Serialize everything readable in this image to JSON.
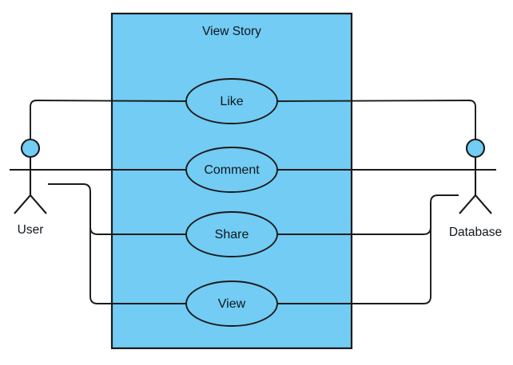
{
  "diagram": {
    "type": "uml-use-case-diagram",
    "system": {
      "title": "View Story",
      "fill_color": "#72ccf4",
      "border_color": "#1a1a1a"
    },
    "use_cases": [
      {
        "id": "like",
        "label": "Like"
      },
      {
        "id": "comment",
        "label": "Comment"
      },
      {
        "id": "share",
        "label": "Share"
      },
      {
        "id": "view",
        "label": "View"
      }
    ],
    "actors": [
      {
        "id": "user",
        "label": "User",
        "side": "left"
      },
      {
        "id": "database",
        "label": "Database",
        "side": "right"
      }
    ],
    "associations": [
      {
        "from": "user",
        "to": "like"
      },
      {
        "from": "user",
        "to": "comment"
      },
      {
        "from": "user",
        "to": "share"
      },
      {
        "from": "user",
        "to": "view"
      },
      {
        "from": "database",
        "to": "like"
      },
      {
        "from": "database",
        "to": "comment"
      },
      {
        "from": "database",
        "to": "share"
      },
      {
        "from": "database",
        "to": "view"
      }
    ]
  }
}
